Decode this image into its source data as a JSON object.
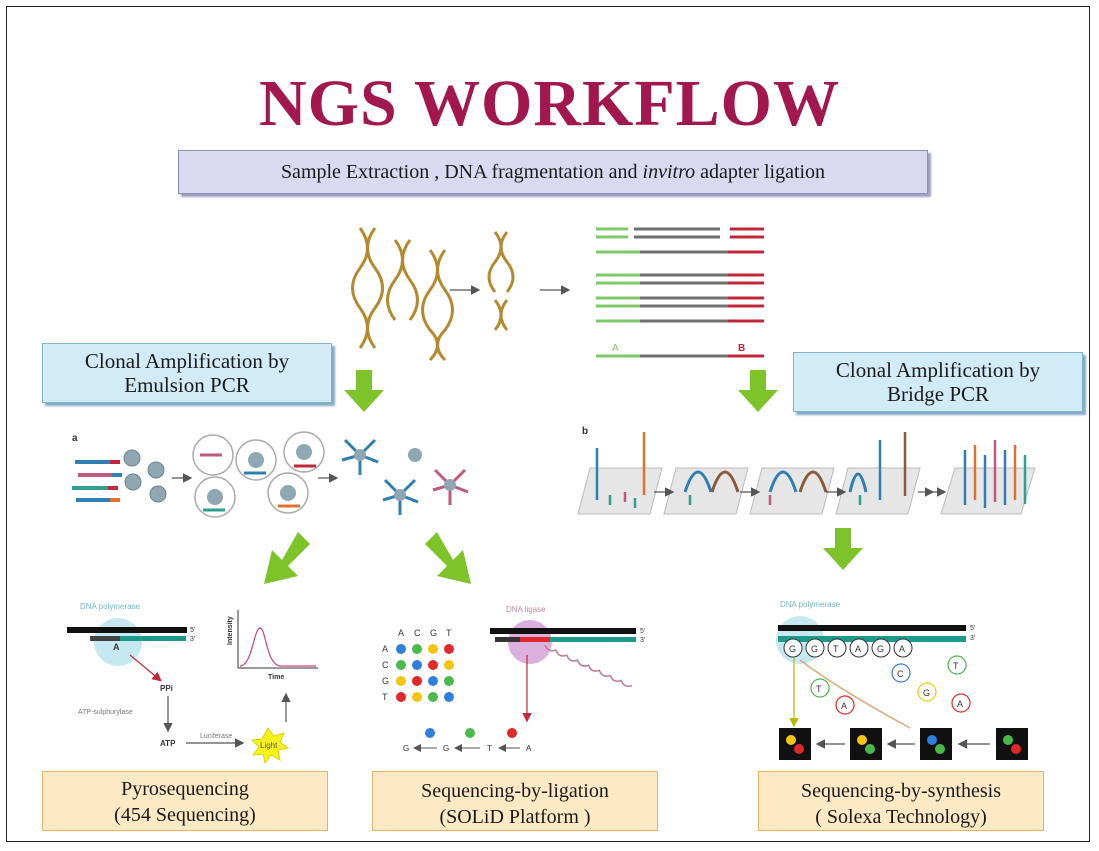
{
  "title": "NGS WORKFLOW",
  "top_box": {
    "prefix": "Sample Extraction , DNA fragmentation and ",
    "italic": "invitro",
    "suffix": " adapter ligation"
  },
  "left_box": {
    "line1": "Clonal  Amplification by",
    "line2": "Emulsion PCR"
  },
  "right_box": {
    "line1": "Clonal  Amplification by",
    "line2": "Bridge PCR"
  },
  "adapter_labels": {
    "a": "A",
    "b": "B"
  },
  "panel_labels": {
    "a": "a",
    "b": "b"
  },
  "pyro": {
    "enzyme": "DNA polymerase",
    "base": "A",
    "ppi": "PPi",
    "atp_sulph": "ATP-sulphurylase",
    "atp": "ATP",
    "luciferase": "Luciferase",
    "light": "Light",
    "y_axis": "Intensity",
    "x_axis": "Time",
    "end5": "5'",
    "end3": "3'"
  },
  "ligation": {
    "enzyme": "DNA ligase",
    "cols": [
      "A",
      "C",
      "G",
      "T"
    ],
    "rows": [
      "A",
      "C",
      "G",
      "T"
    ],
    "chain": [
      "G",
      "G",
      "T",
      "A"
    ],
    "end5": "5'",
    "end3": "3'"
  },
  "synthesis": {
    "enzyme": "DNA polymerase",
    "strand": [
      "G",
      "G",
      "T",
      "A",
      "G",
      "A"
    ],
    "free": [
      "C",
      "T",
      "T",
      "G",
      "A",
      "A"
    ],
    "end5": "5'",
    "end3": "3'"
  },
  "bottom_boxes": {
    "pyro": {
      "line1": "Pyrosequencing",
      "line2": "(454 Sequencing)"
    },
    "ligation": {
      "line1": "Sequencing-by-ligation",
      "line2": "(SOLiD Platform )"
    },
    "synthesis": {
      "line1": "Sequencing-by-synthesis",
      "line2": "( Solexa Technology)"
    }
  },
  "colors": {
    "title": "#a3174f",
    "arrow": "#7dc42a",
    "adapter_a": "#7dc86a",
    "adapter_b": "#c0283a",
    "insert": "#707070"
  }
}
